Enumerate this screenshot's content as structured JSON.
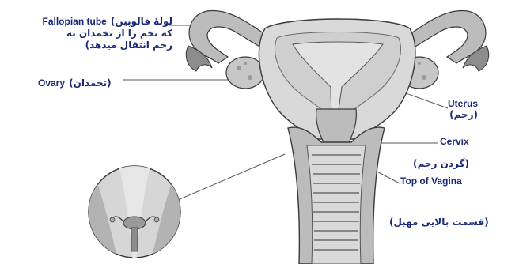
{
  "labels": {
    "fallopian_tube": {
      "en": "Fallopian tube",
      "fa_line1": "(لولهٔ فالوپین",
      "fa_line2": "که تخم را از تخمدان به",
      "fa_line3": "رحم انتقال میدهد)"
    },
    "ovary": {
      "en": "Ovary",
      "fa": "(تخمدان)"
    },
    "uterus": {
      "en": "Uterus",
      "fa": "(رحم)"
    },
    "cervix": {
      "en": "Cervix",
      "fa": "(گردن رحم)"
    },
    "vagina": {
      "en": "Top of Vagina",
      "fa": "(قسمت بالایی مهبل)"
    }
  },
  "colors": {
    "text": "#1a2a78",
    "tissue_light": "#d9d9d9",
    "tissue_mid": "#bcbcbc",
    "tissue_dark": "#8c8c8c",
    "outline": "#3a3a3a"
  }
}
